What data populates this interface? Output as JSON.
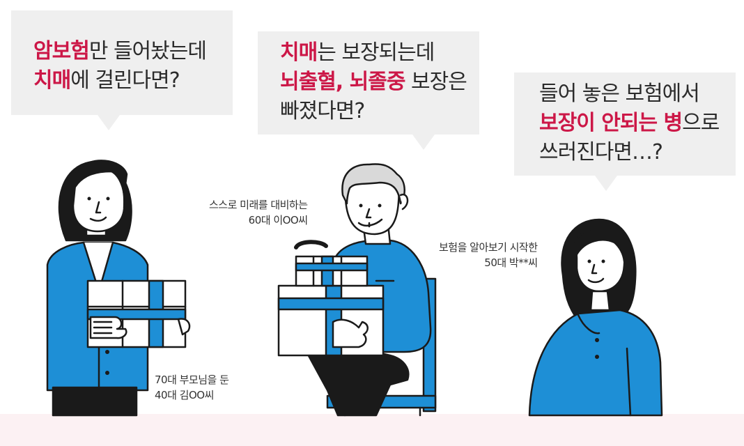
{
  "bubbles": [
    {
      "lines": [
        [
          {
            "t": "암보험",
            "hl": true
          },
          {
            "t": "만 들어놨는데",
            "hl": false
          }
        ],
        [
          {
            "t": "치매",
            "hl": true
          },
          {
            "t": "에 걸린다면?",
            "hl": false
          }
        ]
      ]
    },
    {
      "lines": [
        [
          {
            "t": "치매",
            "hl": true
          },
          {
            "t": "는 보장되는데",
            "hl": false
          }
        ],
        [
          {
            "t": "뇌출혈, 뇌졸중",
            "hl": true
          },
          {
            "t": " 보장은",
            "hl": false
          }
        ],
        [
          {
            "t": "빠졌다면?",
            "hl": false
          }
        ]
      ]
    },
    {
      "lines": [
        [
          {
            "t": "들어 놓은 보험에서",
            "hl": false
          }
        ],
        [
          {
            "t": "보장이 안되는 병",
            "hl": true
          },
          {
            "t": "으로",
            "hl": false
          }
        ],
        [
          {
            "t": "쓰러진다면…?",
            "hl": false
          }
        ]
      ]
    }
  ],
  "captions": {
    "left": [
      "70대 부모님을 둔",
      "40대 김OO씨"
    ],
    "center": [
      "스스로 미래를 대비하는",
      "60대 이OO씨"
    ],
    "right": [
      "보험을 알아보기 시작한",
      "50대 박**씨"
    ]
  },
  "colors": {
    "highlight": "#cc1747",
    "shirt": "#1e8fd6",
    "bubble": "#efefef",
    "floor": "#fcf1f3"
  }
}
